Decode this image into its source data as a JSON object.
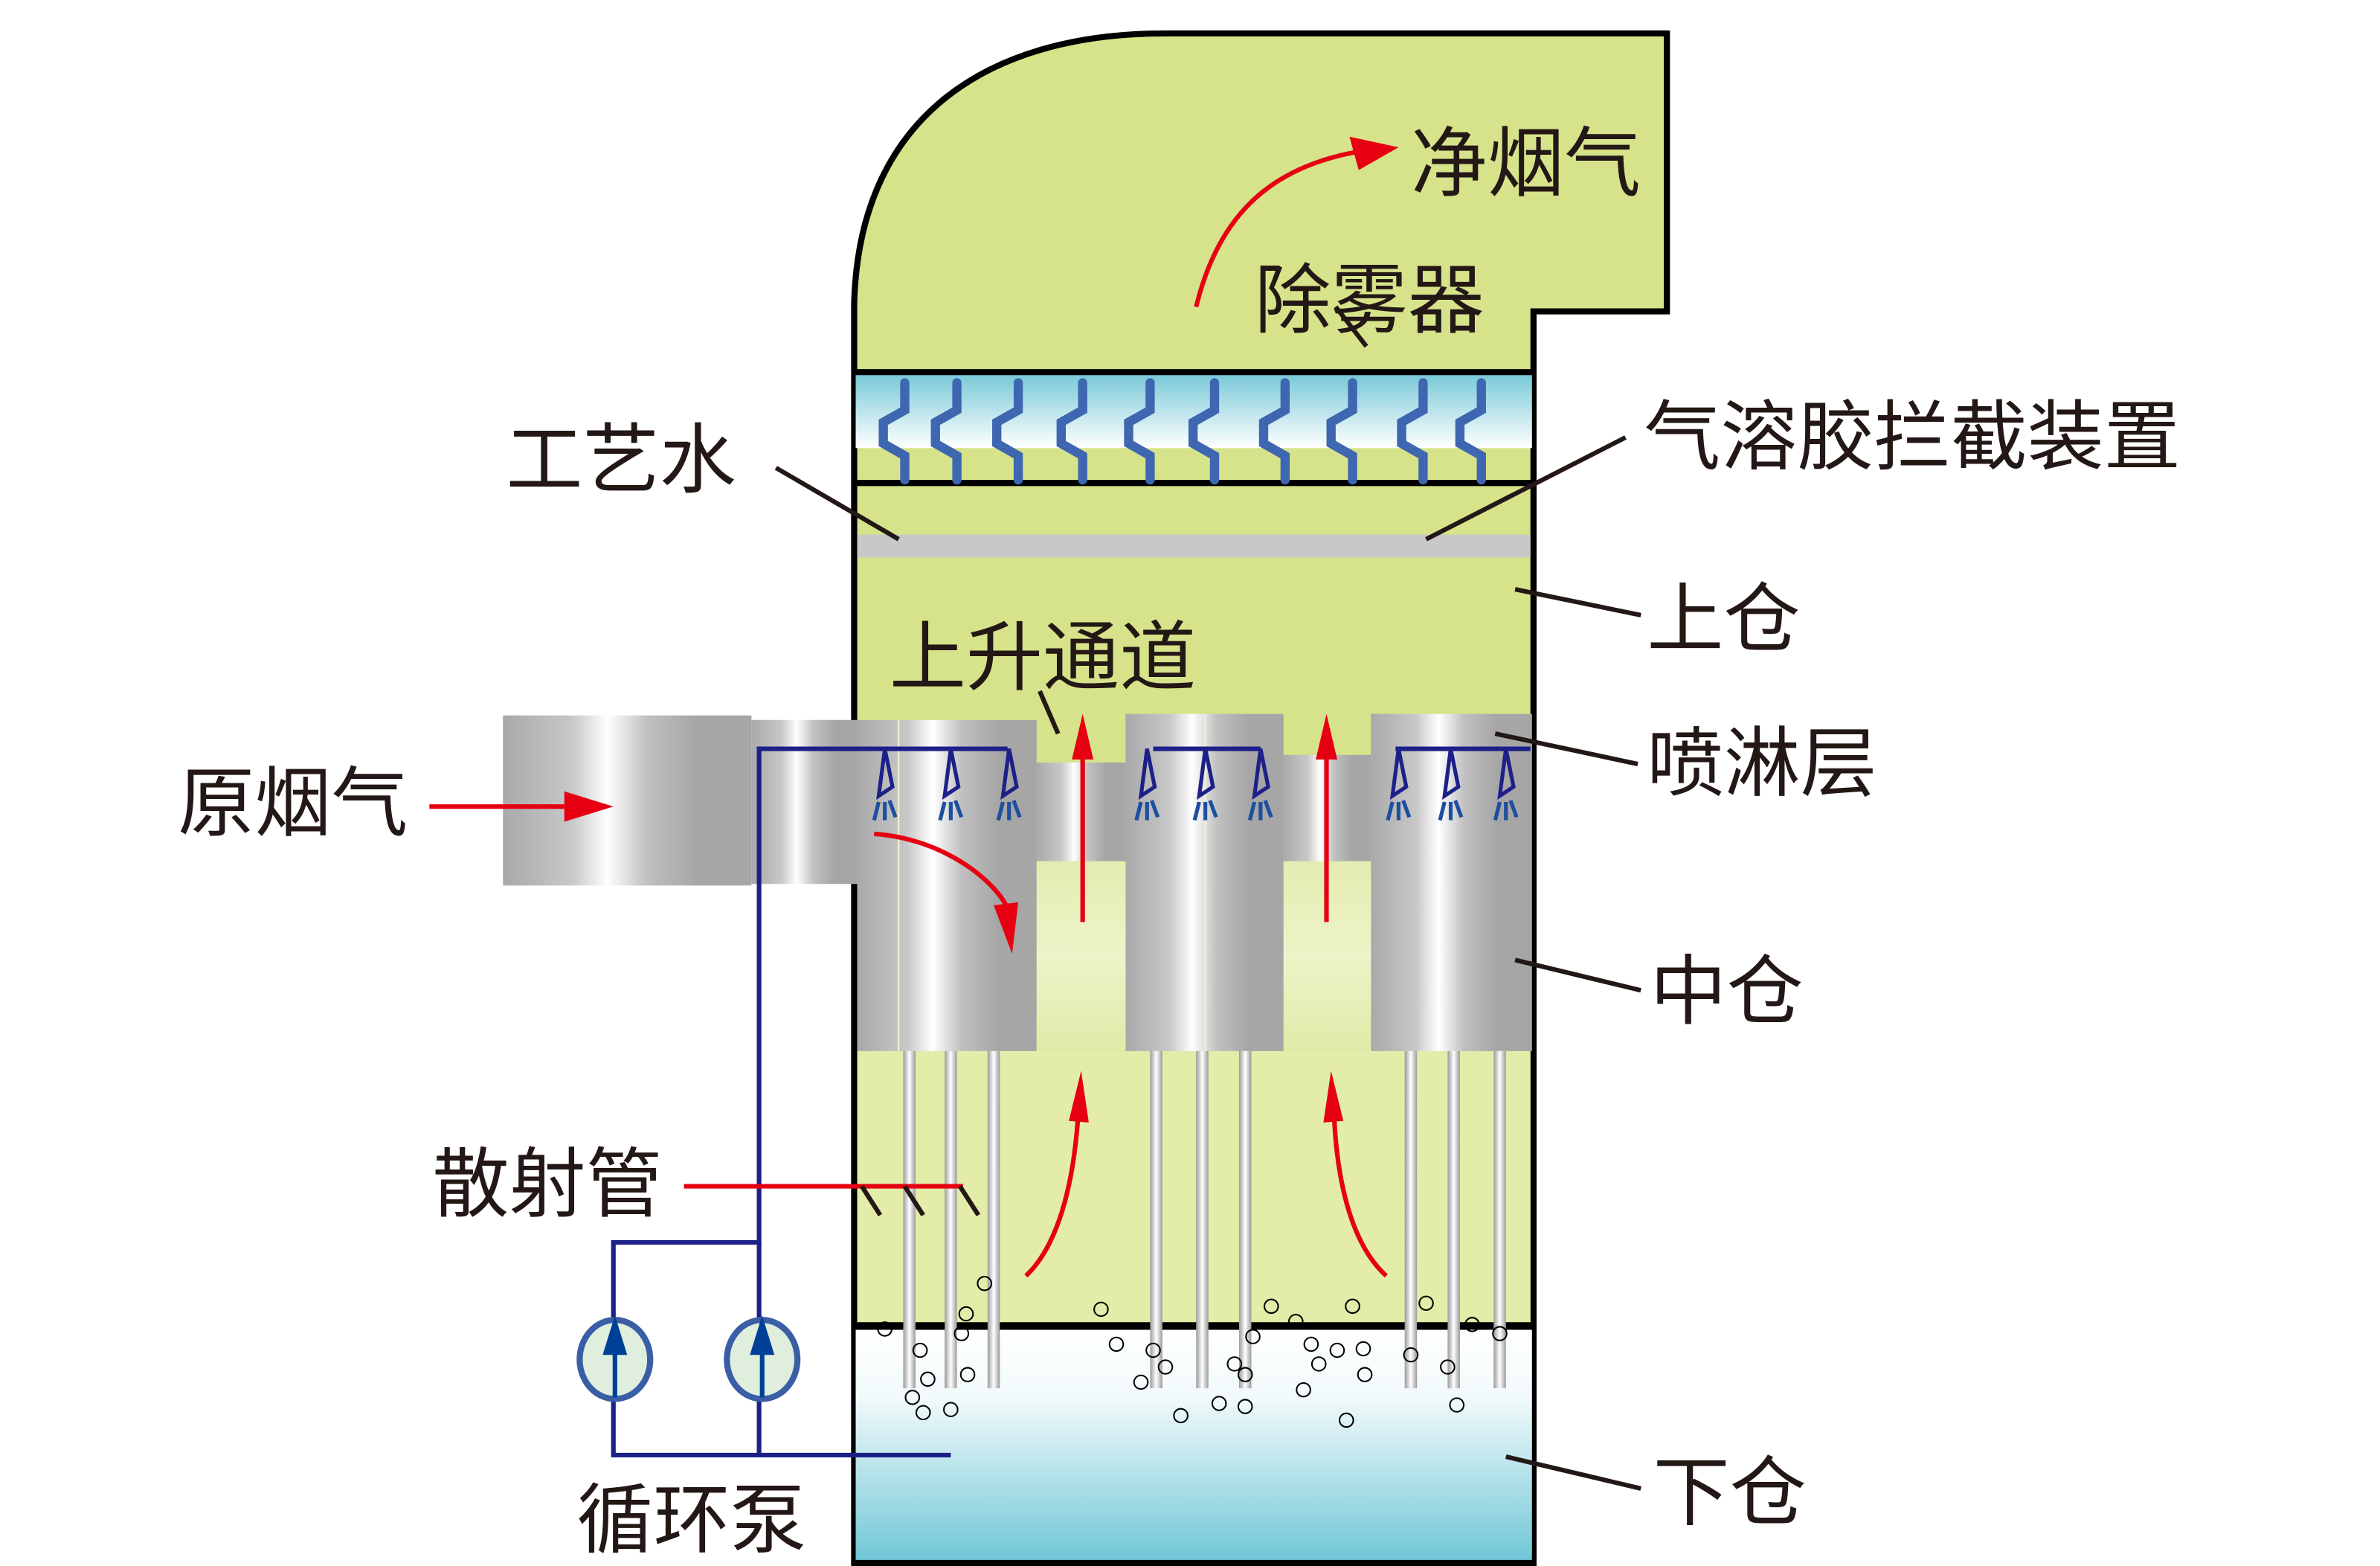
{
  "title": "Desulfurization tower schematic",
  "labels": {
    "clean_flue_gas": "净烟气",
    "demister": "除雾器",
    "process_water": "工艺水",
    "aerosol_interceptor": "气溶胶拦截装置",
    "upper_chamber": "上仓",
    "riser_channel": "上升通道",
    "raw_flue_gas": "原烟气",
    "spray_layer": "喷淋层",
    "middle_chamber": "中仓",
    "sparger_pipe": "散射管",
    "circulation_pump": "循环泵",
    "lower_chamber": "下仓"
  },
  "colors": {
    "tower_fill": "#d6e38a",
    "outline": "#000000",
    "gas_flow_arrow": "#e60012",
    "water_pipe": "#1d2088",
    "demister_blade": "#3f66b0",
    "slurry_top": "#ffffff",
    "slurry_bottom": "#6ec6d6",
    "interceptor_bar": "#c8c8c8"
  }
}
